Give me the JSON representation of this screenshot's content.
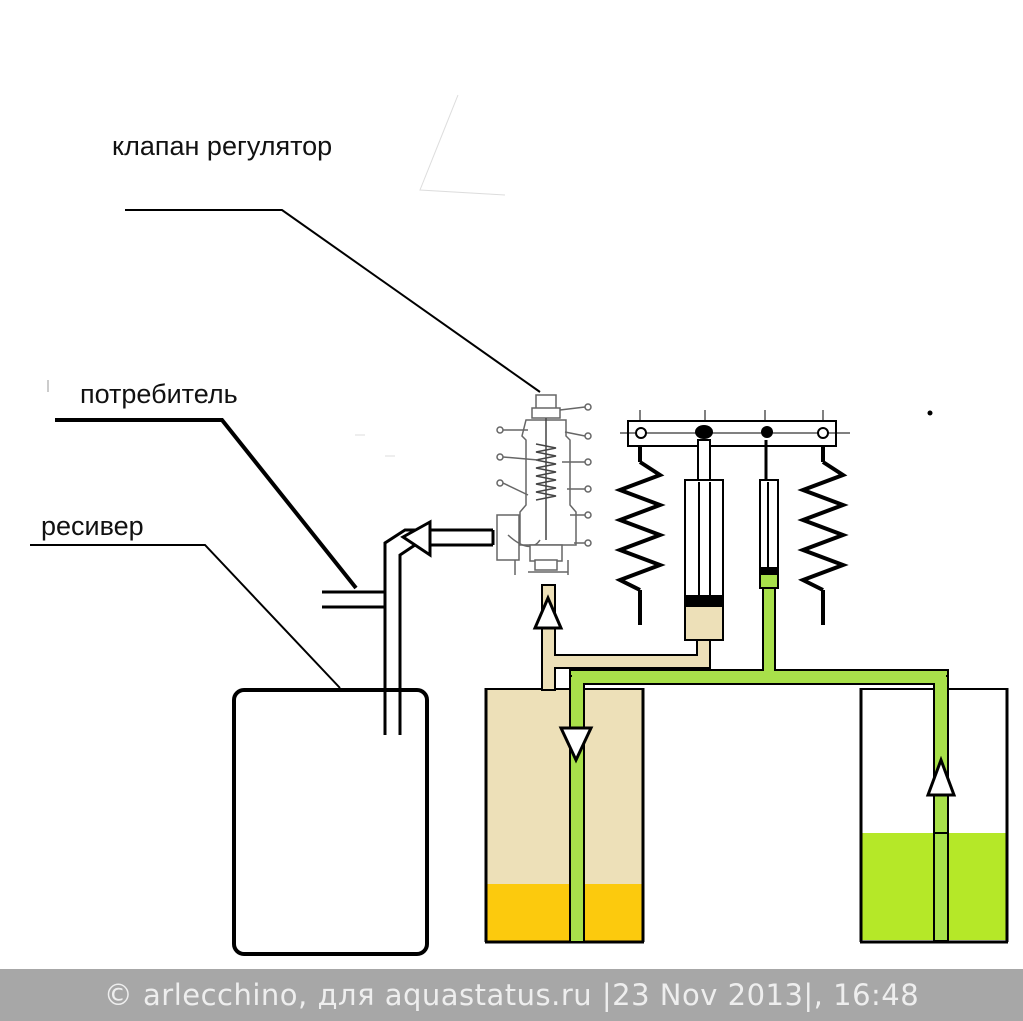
{
  "labels": {
    "valve": "клапан регулятор",
    "consumer": "потребитель",
    "receiver": "ресивер"
  },
  "footer": {
    "credit": "© arlecchino, для aquastatus.ru |23 Nov 2013|, 16:48"
  },
  "colors": {
    "line": "#000000",
    "beige_liquid": "#ede0b8",
    "yellow_liquid": "#fcca0d",
    "green_liquid": "#b5e828",
    "green_tube": "#a8e04a",
    "footer_bg": "#a7a7a7",
    "footer_text": "#eeeeee"
  }
}
